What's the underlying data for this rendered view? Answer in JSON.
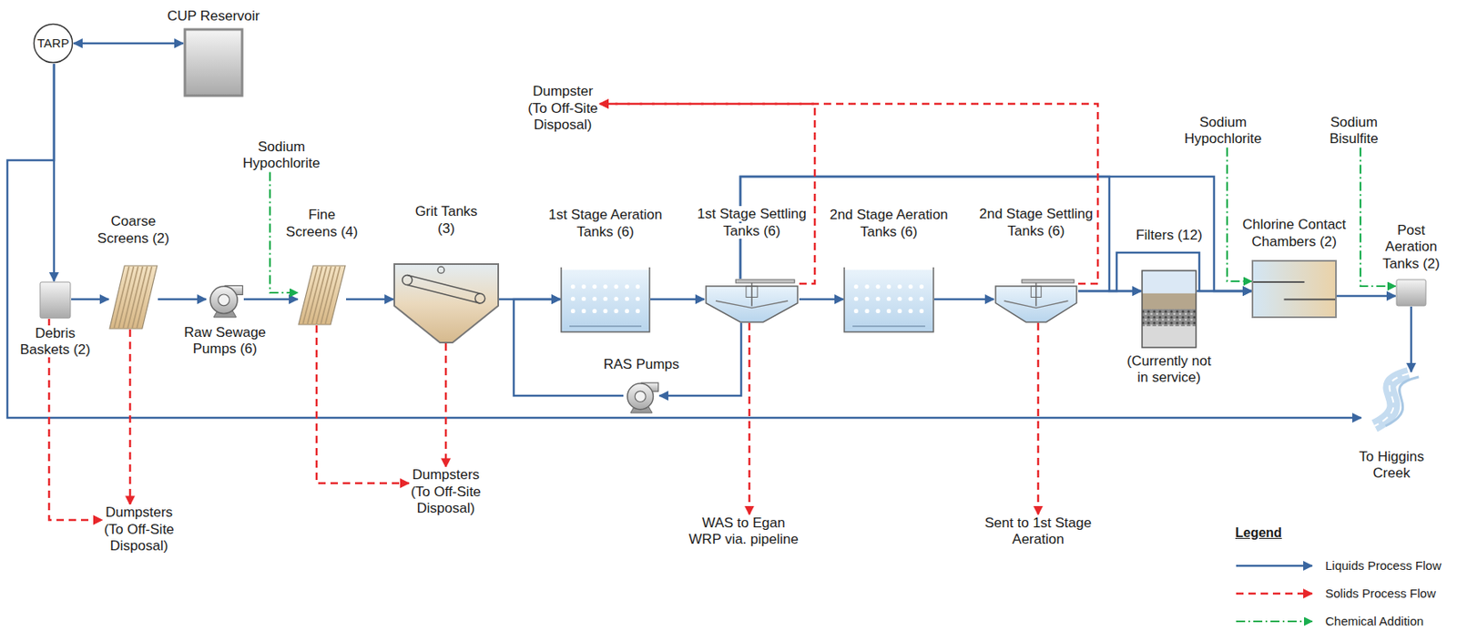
{
  "diagram": {
    "nodes": [
      {
        "text": [
          "TARP"
        ]
      },
      {
        "text": [
          "CUP Reservoir"
        ]
      },
      {
        "text": [
          "Debris Baskets (2)"
        ]
      },
      {
        "text": [
          "Coarse Screens (2)"
        ]
      },
      {
        "text": [
          "Sodium Hypochlorite"
        ]
      },
      {
        "text": [
          "Raw Sewage Pumps (6)"
        ]
      },
      {
        "text": [
          "Fine Screens (4)"
        ]
      },
      {
        "text": [
          "Grit Tanks (3)"
        ]
      },
      {
        "text": [
          "1st Stage Aeration Tanks (6)"
        ]
      },
      {
        "text": [
          "1st Stage Settling Tanks (6)"
        ]
      },
      {
        "text": [
          "RAS Pumps"
        ]
      },
      {
        "text": [
          "2nd Stage Aeration Tanks (6)"
        ]
      },
      {
        "text": [
          "2nd Stage Settling Tanks (6)"
        ]
      },
      {
        "text": [
          "Filters (12)",
          "(Currently not in service)"
        ]
      },
      {
        "text": [
          "Sodium Hypochlorite"
        ]
      },
      {
        "text": [
          "Chlorine Contact Chambers (2)"
        ]
      },
      {
        "text": [
          "Sodium Bisulfite"
        ]
      },
      {
        "text": [
          "Post Aeration Tanks (2)"
        ]
      },
      {
        "text": [
          "To Higgins Creek"
        ]
      },
      {
        "text": [
          "Dumpster (To Off-Site Disposal)"
        ]
      },
      {
        "text": [
          "Dumpsters (To Off-Site Disposal)"
        ]
      },
      {
        "text": [
          "Dumpsters (To Off-Site Disposal)"
        ]
      },
      {
        "text": [
          "WAS to Egan WRP via. pipeline"
        ]
      },
      {
        "text": [
          "Sent to 1st Stage Aeration"
        ]
      }
    ],
    "edges": [
      {
        "from": 0,
        "to": 1,
        "arrow": "both"
      },
      {
        "from": 0,
        "to": 2,
        "arrow": "to"
      },
      {
        "from": 0,
        "to": 18,
        "arrow": "to"
      },
      {
        "from": 2,
        "to": 3,
        "arrow": "to"
      },
      {
        "from": 3,
        "to": 5,
        "arrow": "to"
      },
      {
        "from": 5,
        "to": 6,
        "arrow": "to"
      },
      {
        "from": 6,
        "to": 7,
        "arrow": "to"
      },
      {
        "from": 7,
        "to": 8,
        "arrow": "to"
      },
      {
        "from": 8,
        "to": 9,
        "arrow": "to"
      },
      {
        "from": 9,
        "to": 11,
        "arrow": "to"
      },
      {
        "from": 11,
        "to": 12,
        "arrow": "to"
      },
      {
        "from": 12,
        "to": 13,
        "arrow": "to"
      },
      {
        "from": 13,
        "to": 15,
        "arrow": "to"
      },
      {
        "from": 12,
        "to": 15,
        "arrow": "to"
      },
      {
        "from": 9,
        "to": 15,
        "arrow": "to"
      },
      {
        "from": 9,
        "to": 13,
        "arrow": "to"
      },
      {
        "from": 15,
        "to": 17,
        "arrow": "to"
      },
      {
        "from": 17,
        "to": 18,
        "arrow": "to"
      },
      {
        "from": 9,
        "to": 10,
        "arrow": "to"
      },
      {
        "from": 10,
        "to": 8,
        "arrow": "to"
      },
      {
        "from": 2,
        "to": 20,
        "arrow": "to"
      },
      {
        "from": 3,
        "to": 20,
        "arrow": "to"
      },
      {
        "from": 6,
        "to": 21,
        "arrow": "to"
      },
      {
        "from": 7,
        "to": 21,
        "arrow": "to"
      },
      {
        "from": 9,
        "to": 19,
        "arrow": "to"
      },
      {
        "from": 12,
        "to": 19,
        "arrow": "to"
      },
      {
        "from": 9,
        "to": 22,
        "arrow": "to"
      },
      {
        "from": 12,
        "to": 23,
        "arrow": "to"
      },
      {
        "from": 4,
        "to": 6,
        "arrow": "to"
      },
      {
        "from": 14,
        "to": 15,
        "arrow": "to"
      },
      {
        "from": 16,
        "to": 17,
        "arrow": "to"
      }
    ],
    "labels": [
      "Legend"
    ],
    "legend": [
      {
        "text": "Liquids Process Flow"
      },
      {
        "text": "Solids Process Flow"
      },
      {
        "text": "Chemical Addition"
      }
    ]
  }
}
